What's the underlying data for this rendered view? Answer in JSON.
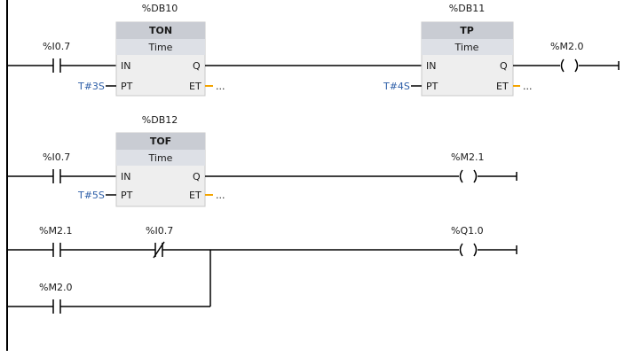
{
  "network1": {
    "contact_tag": "%I0.7",
    "timer1": {
      "db": "%DB10",
      "type": "TON",
      "subtype": "Time",
      "in": "IN",
      "q": "Q",
      "pt": "PT",
      "et": "ET",
      "pt_value": "T#3S",
      "et_value": "..."
    },
    "timer2": {
      "db": "%DB11",
      "type": "TP",
      "subtype": "Time",
      "in": "IN",
      "q": "Q",
      "pt": "PT",
      "et": "ET",
      "pt_value": "T#4S",
      "et_value": "..."
    },
    "coil_tag": "%M2.0"
  },
  "network2": {
    "contact_tag": "%I0.7",
    "timer": {
      "db": "%DB12",
      "type": "TOF",
      "subtype": "Time",
      "in": "IN",
      "q": "Q",
      "pt": "PT",
      "et": "ET",
      "pt_value": "T#5S",
      "et_value": "..."
    },
    "coil_tag": "%M2.1"
  },
  "network3": {
    "contact1_tag": "%M2.1",
    "contact2_tag": "%I0.7",
    "branch_contact_tag": "%M2.0",
    "coil_tag": "%Q1.0"
  },
  "colors": {
    "wire": "#000000",
    "param_text": "#2e5fa8",
    "pin_marker": "#f3a400",
    "block_header": "#c9ccd3",
    "block_body": "#eeeeee"
  }
}
